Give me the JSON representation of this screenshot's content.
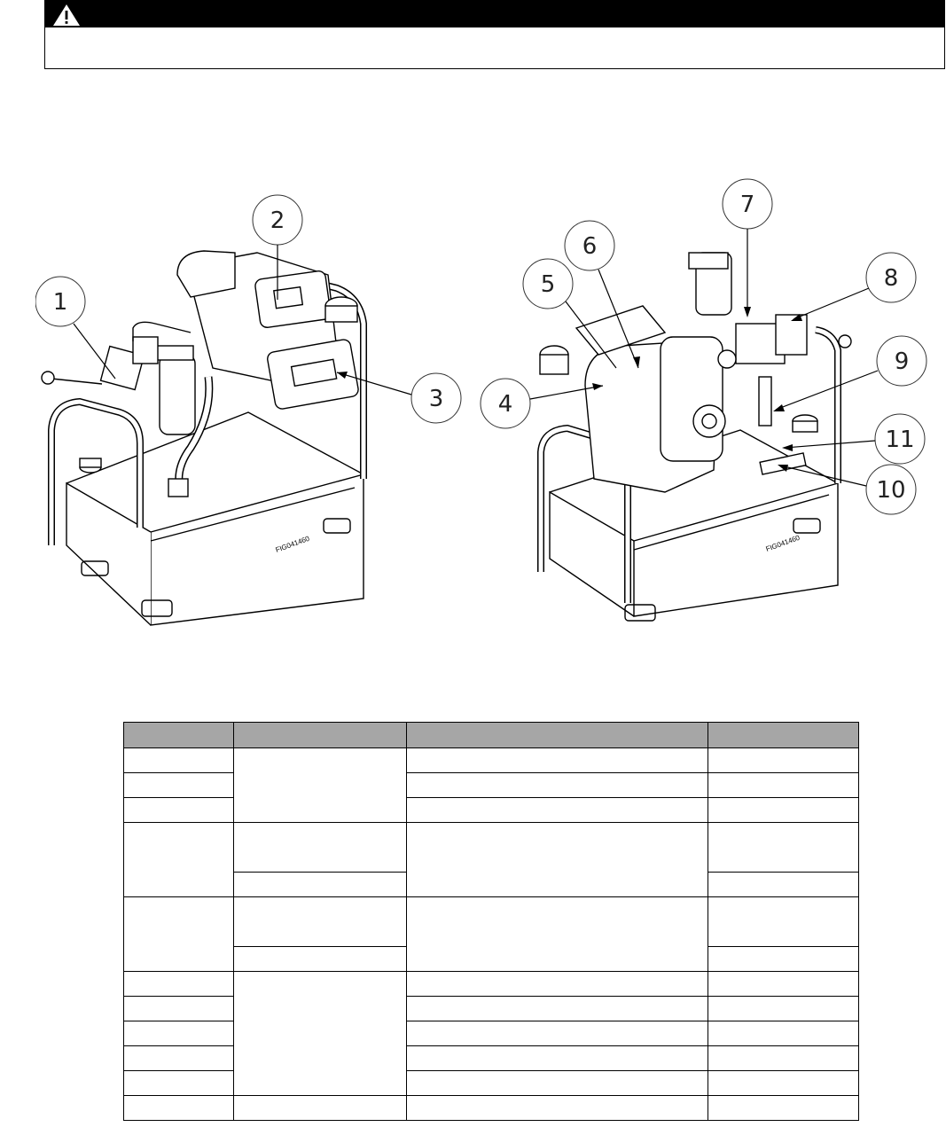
{
  "warning": {
    "icon": "warning-triangle-icon",
    "title": "",
    "text": ""
  },
  "figures": {
    "left": {
      "figure_id": "FIG041460",
      "callouts": [
        "1",
        "2",
        "3"
      ]
    },
    "right": {
      "figure_id": "FIG041460",
      "callouts": [
        "4",
        "5",
        "6",
        "7",
        "8",
        "9",
        "10",
        "11"
      ]
    }
  },
  "table": {
    "header_fill": "#a6a6a6",
    "headers": [
      "",
      "",
      "",
      ""
    ],
    "rows": 14
  }
}
